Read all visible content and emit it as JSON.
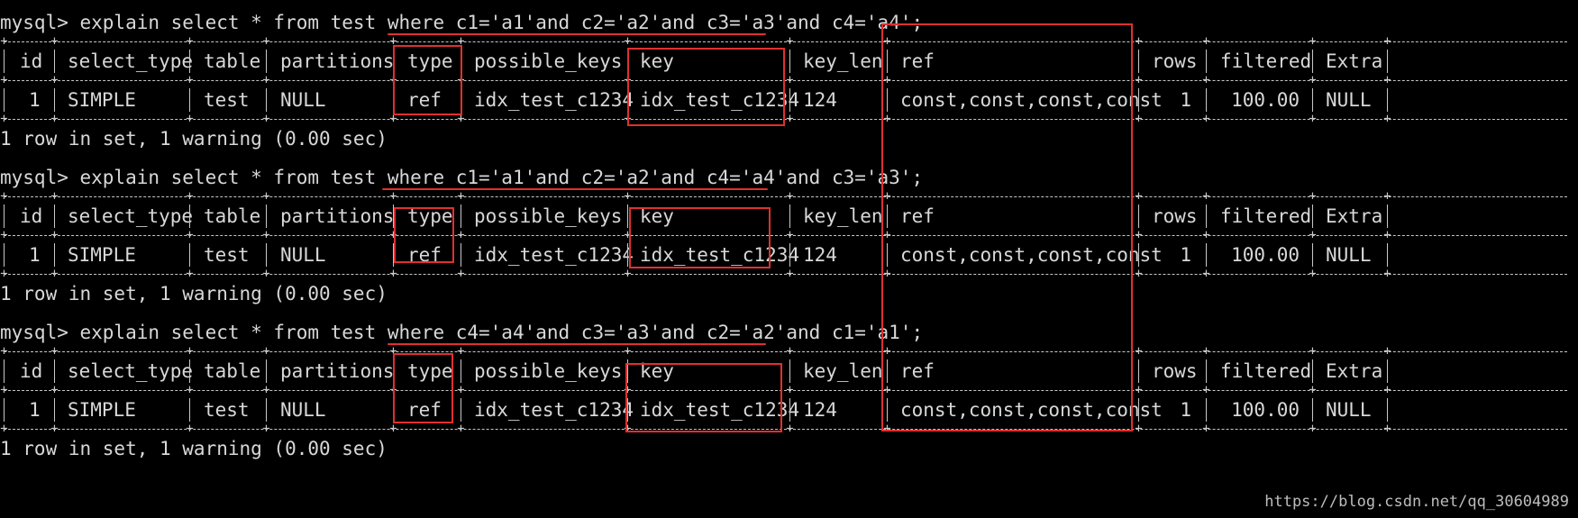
{
  "terminal": {
    "prompt": "mysql>",
    "columns": [
      "id",
      "select_type",
      "table",
      "partitions",
      "type",
      "possible_keys",
      "key",
      "key_len",
      "ref",
      "rows",
      "filtered",
      "Extra"
    ],
    "blocks": [
      {
        "command": " explain select * from test where c1='a1'and c2='a2'and c3='a3'and c4='a4';",
        "row": [
          "1",
          "SIMPLE",
          "test",
          "NULL",
          "ref",
          "idx_test_c1234",
          "idx_test_c1234",
          "124",
          "const,const,const,const",
          "1",
          "100.00",
          "NULL"
        ],
        "result": "1 row in set, 1 warning (0.00 sec)"
      },
      {
        "command": " explain select * from test where c1='a1'and c2='a2'and c4='a4'and c3='a3';",
        "row": [
          "1",
          "SIMPLE",
          "test",
          "NULL",
          "ref",
          "idx_test_c1234",
          "idx_test_c1234",
          "124",
          "const,const,const,const",
          "1",
          "100.00",
          "NULL"
        ],
        "result": "1 row in set, 1 warning (0.00 sec)"
      },
      {
        "command": " explain select * from test where c4='a4'and c3='a3'and c2='a2'and c1='a1';",
        "row": [
          "1",
          "SIMPLE",
          "test",
          "NULL",
          "ref",
          "idx_test_c1234",
          "idx_test_c1234",
          "124",
          "const,const,const,const",
          "1",
          "100.00",
          "NULL"
        ],
        "result": "1 row in set, 1 warning (0.00 sec)"
      }
    ]
  },
  "watermark": "https://blog.csdn.net/qq_30604989",
  "colors": {
    "background": "#000000",
    "text": "#d8d8d8",
    "annotation": "#e03030"
  }
}
